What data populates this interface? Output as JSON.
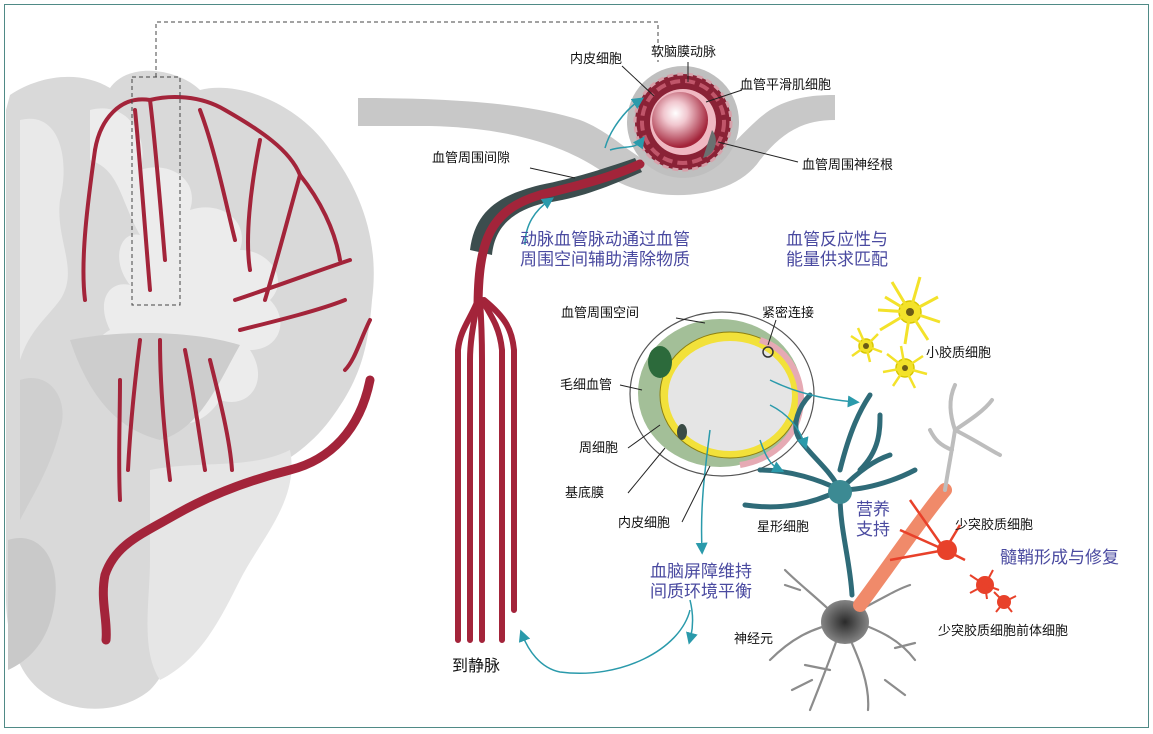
{
  "labels": {
    "endothelial_top": "内皮细胞",
    "pial_artery": "软脑膜动脉",
    "vsmc": "血管平滑肌细胞",
    "perivascular_gap": "血管周围间隙",
    "perivascular_nerve": "血管周围神经根",
    "perivascular_space": "血管周围空间",
    "tight_junction": "紧密连接",
    "microglia": "小胶质细胞",
    "capillary": "毛细血管",
    "pericyte": "周细胞",
    "basement_membrane": "基底膜",
    "endothelial_bottom": "内皮细胞",
    "astrocyte": "星形细胞",
    "oligodendrocyte": "少突胶质细胞",
    "opc": "少突胶质细胞前体细胞",
    "neuron": "神经元",
    "to_vein": "到静脉"
  },
  "annotations": {
    "clearance_line1": "动脉血管脉动通过血管",
    "clearance_line2": "周围空间辅助清除物质",
    "coupling_line1": "血管反应性与",
    "coupling_line2": "能量供求匹配",
    "bbb_line1": "血脑屏障维持",
    "bbb_line2": "间质环境平衡",
    "trophic_line1": "营养",
    "trophic_line2": "支持",
    "myelin": "髓鞘形成与修复"
  },
  "colors": {
    "vessel": "#a3243a",
    "accent_text": "#4a4aa0",
    "arrow": "#2a9aab",
    "frame": "#4f8a86",
    "astrocyte": "#2f6b78",
    "microglia": "#f3e22a",
    "oligodendrocyte": "#e8412a"
  }
}
